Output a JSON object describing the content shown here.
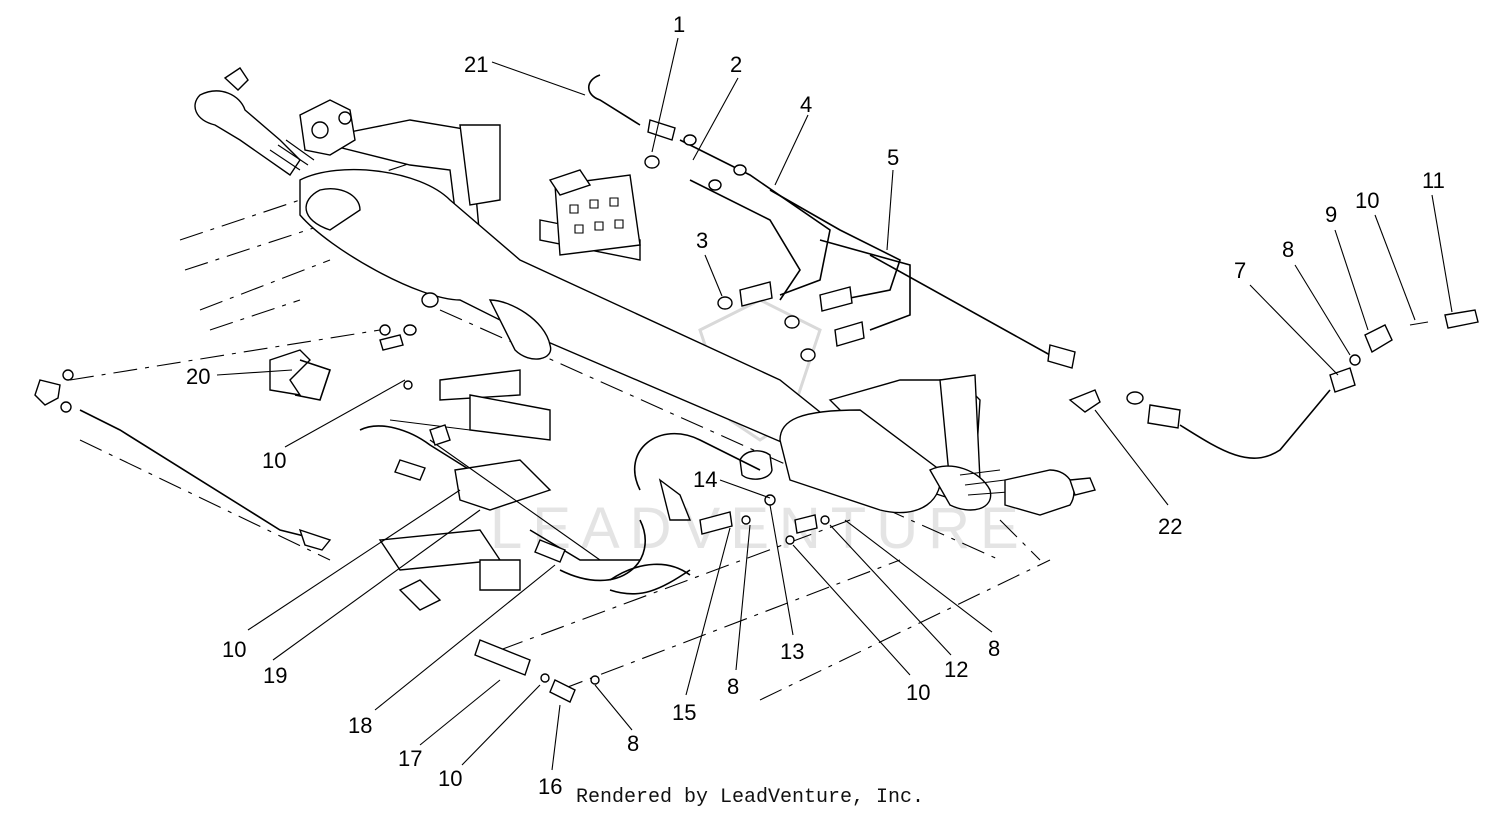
{
  "watermark": {
    "text": "LEADVENTURE"
  },
  "footer": {
    "credit": "Rendered by LeadVenture, Inc."
  },
  "callouts": [
    {
      "id": "c1",
      "label": "1"
    },
    {
      "id": "c2",
      "label": "2"
    },
    {
      "id": "c3",
      "label": "3"
    },
    {
      "id": "c4",
      "label": "4"
    },
    {
      "id": "c5",
      "label": "5"
    },
    {
      "id": "c7",
      "label": "7"
    },
    {
      "id": "c8a",
      "label": "8"
    },
    {
      "id": "c9",
      "label": "9"
    },
    {
      "id": "c10a",
      "label": "10"
    },
    {
      "id": "c11",
      "label": "11"
    },
    {
      "id": "c21",
      "label": "21"
    },
    {
      "id": "c20",
      "label": "20"
    },
    {
      "id": "c10b",
      "label": "10"
    },
    {
      "id": "c22",
      "label": "22"
    },
    {
      "id": "c14",
      "label": "14"
    },
    {
      "id": "c10c",
      "label": "10"
    },
    {
      "id": "c19",
      "label": "19"
    },
    {
      "id": "c18",
      "label": "18"
    },
    {
      "id": "c17",
      "label": "17"
    },
    {
      "id": "c10d",
      "label": "10"
    },
    {
      "id": "c16",
      "label": "16"
    },
    {
      "id": "c8b",
      "label": "8"
    },
    {
      "id": "c15",
      "label": "15"
    },
    {
      "id": "c8c",
      "label": "8"
    },
    {
      "id": "c13",
      "label": "13"
    },
    {
      "id": "c10e",
      "label": "10"
    },
    {
      "id": "c12",
      "label": "12"
    },
    {
      "id": "c8d",
      "label": "8"
    }
  ]
}
